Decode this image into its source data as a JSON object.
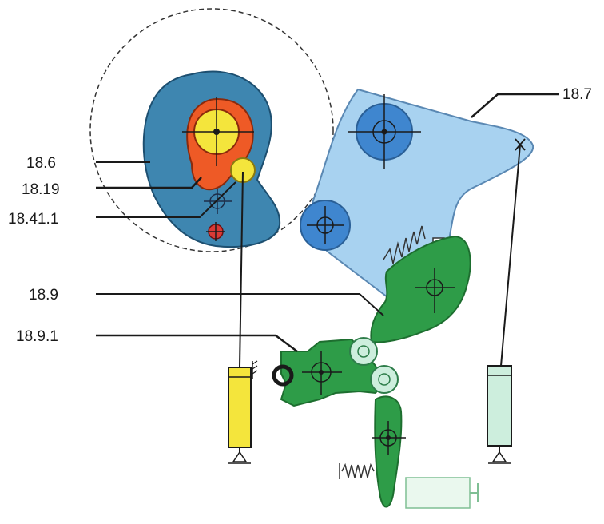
{
  "labels": {
    "l_18_7": "18.7",
    "l_18_6": "18.6",
    "l_18_19": "18.19",
    "l_18_41_1": "18.41.1",
    "l_18_9": "18.9",
    "l_18_9_1": "18.9.1"
  },
  "colors": {
    "cam": "#3e86b0",
    "cam_edge": "#1d4f70",
    "orange": "#ee5a26",
    "yellow": "#f4e53c",
    "lightblue": "#a8d2f0",
    "blue_disk": "#3f86cf",
    "green": "#2e9c48",
    "green_edge": "#1d6e2f",
    "pale_green": "#cdeedd",
    "red": "#d93a36",
    "line": "#1a1a1a"
  }
}
